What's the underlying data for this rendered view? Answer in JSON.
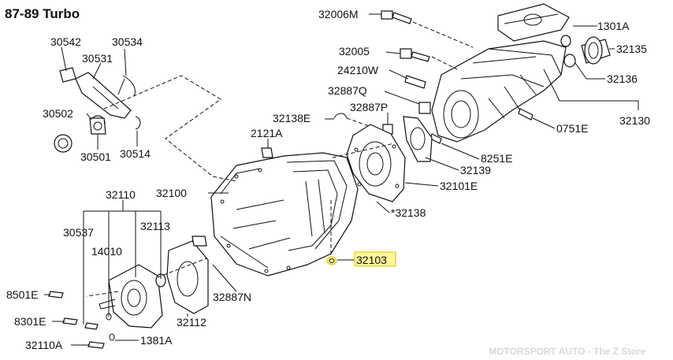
{
  "title": "87-89 Turbo",
  "watermark": "MOTORSPORT AUTO - The Z Store",
  "parts": {
    "p32006M": "32006M",
    "p1301A": "1301A",
    "p30542": "30542",
    "p30534": "30534",
    "p32005": "32005",
    "p32135": "32135",
    "p30531": "30531",
    "p24210W": "24210W",
    "p32136": "32136",
    "p32887Q": "32887Q",
    "p30502": "30502",
    "p32138E": "32138E",
    "p32887P": "32887P",
    "p32130": "32130",
    "p0751E": "0751E",
    "p30501": "30501",
    "p30514": "30514",
    "p2121A": "2121A",
    "p8251E": "8251E",
    "p32139": "32139",
    "p32110": "32110",
    "p32100": "32100",
    "p32101E": "32101E",
    "p32138": "*32138",
    "p30537": "30537",
    "p32113": "32113",
    "p14010": "14010",
    "p32103": "32103",
    "p8501E": "8501E",
    "p32887N": "32887N",
    "p8301E": "8301E",
    "p32112": "32112",
    "p32110A": "32110A",
    "p1381A": "1381A"
  }
}
